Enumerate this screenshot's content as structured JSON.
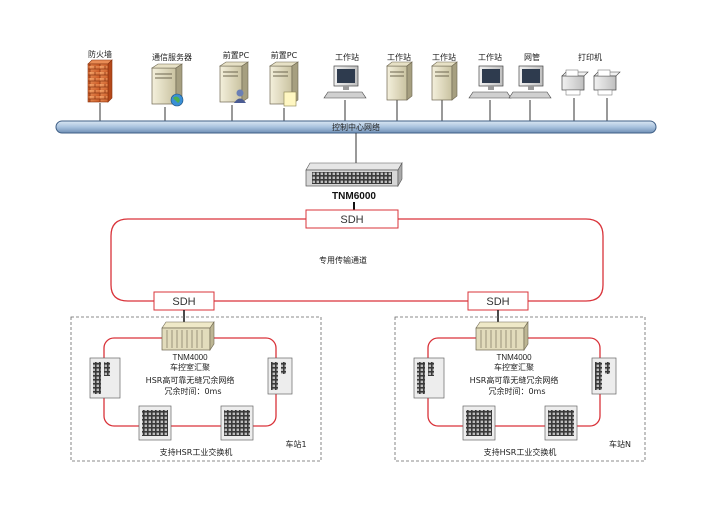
{
  "devices": {
    "firewall": "防火墙",
    "comm_server": "通信服务器",
    "front_pc_1": "前置PC",
    "front_pc_2": "前置PC",
    "workstation_1": "工作站",
    "workstation_2": "工作站",
    "workstation_3": "工作站",
    "workstation_4": "工作站",
    "netmgmt": "网管",
    "printer": "打印机"
  },
  "bus_label": "控制中心网络",
  "center_switch": "TNM6000",
  "sdh_top": "SDH",
  "transport_label": "专用传输通道",
  "stations": [
    {
      "sdh": "SDH",
      "model": "TNM4000",
      "role": "车控室汇聚",
      "hsr_title": "HSR高可靠无缝冗余网络",
      "redundancy": "冗余时间：0ms",
      "station_name": "车站1",
      "switch_label": "支持HSR工业交换机"
    },
    {
      "sdh": "SDH",
      "model": "TNM4000",
      "role": "车控室汇聚",
      "hsr_title": "HSR高可靠无缝冗余网络",
      "redundancy": "冗余时间：0ms",
      "station_name": "车站N",
      "switch_label": "支持HSR工业交换机"
    }
  ],
  "colors": {
    "ring": "#d9333a",
    "bus_fill": "#a9c3de",
    "bus_stroke": "#3f5f86",
    "sdh_box": "#d9333a",
    "dashed": "#666666"
  }
}
